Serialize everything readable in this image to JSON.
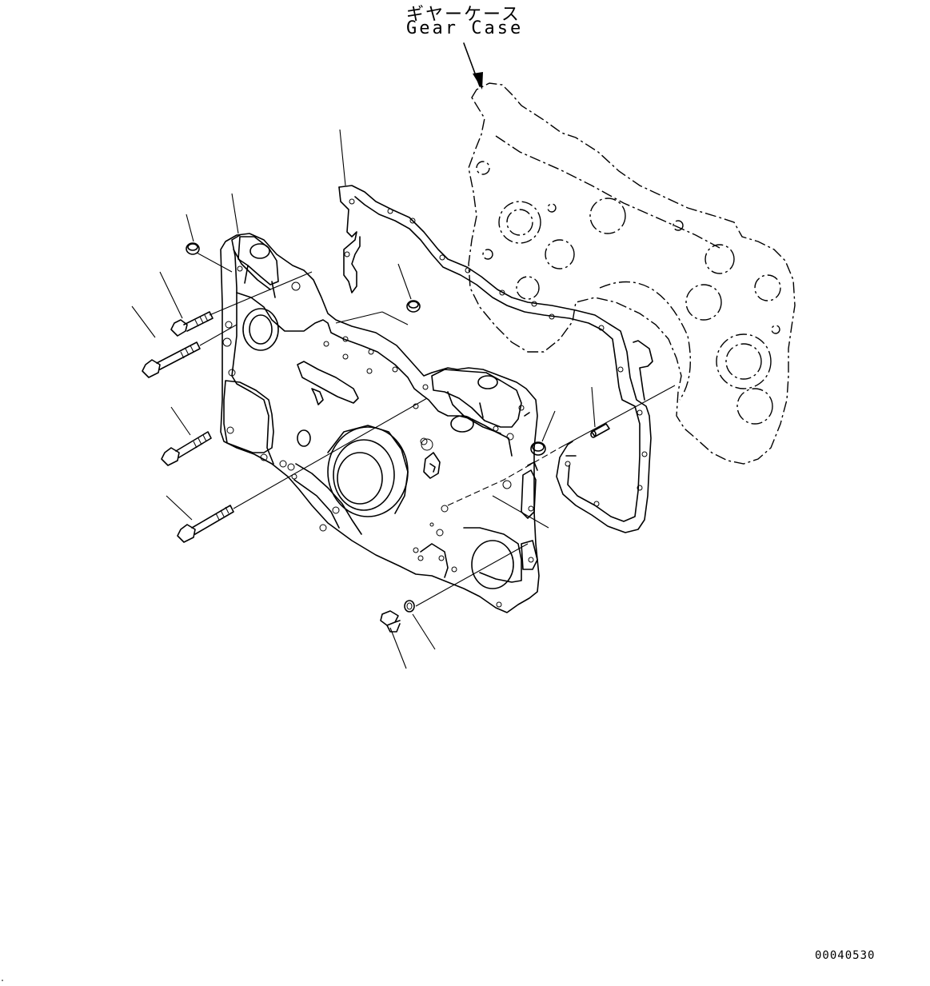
{
  "labels": {
    "gear_case_jp": "ギヤーケース",
    "gear_case_en": "Gear Case",
    "drawing_code": "00040530"
  }
}
